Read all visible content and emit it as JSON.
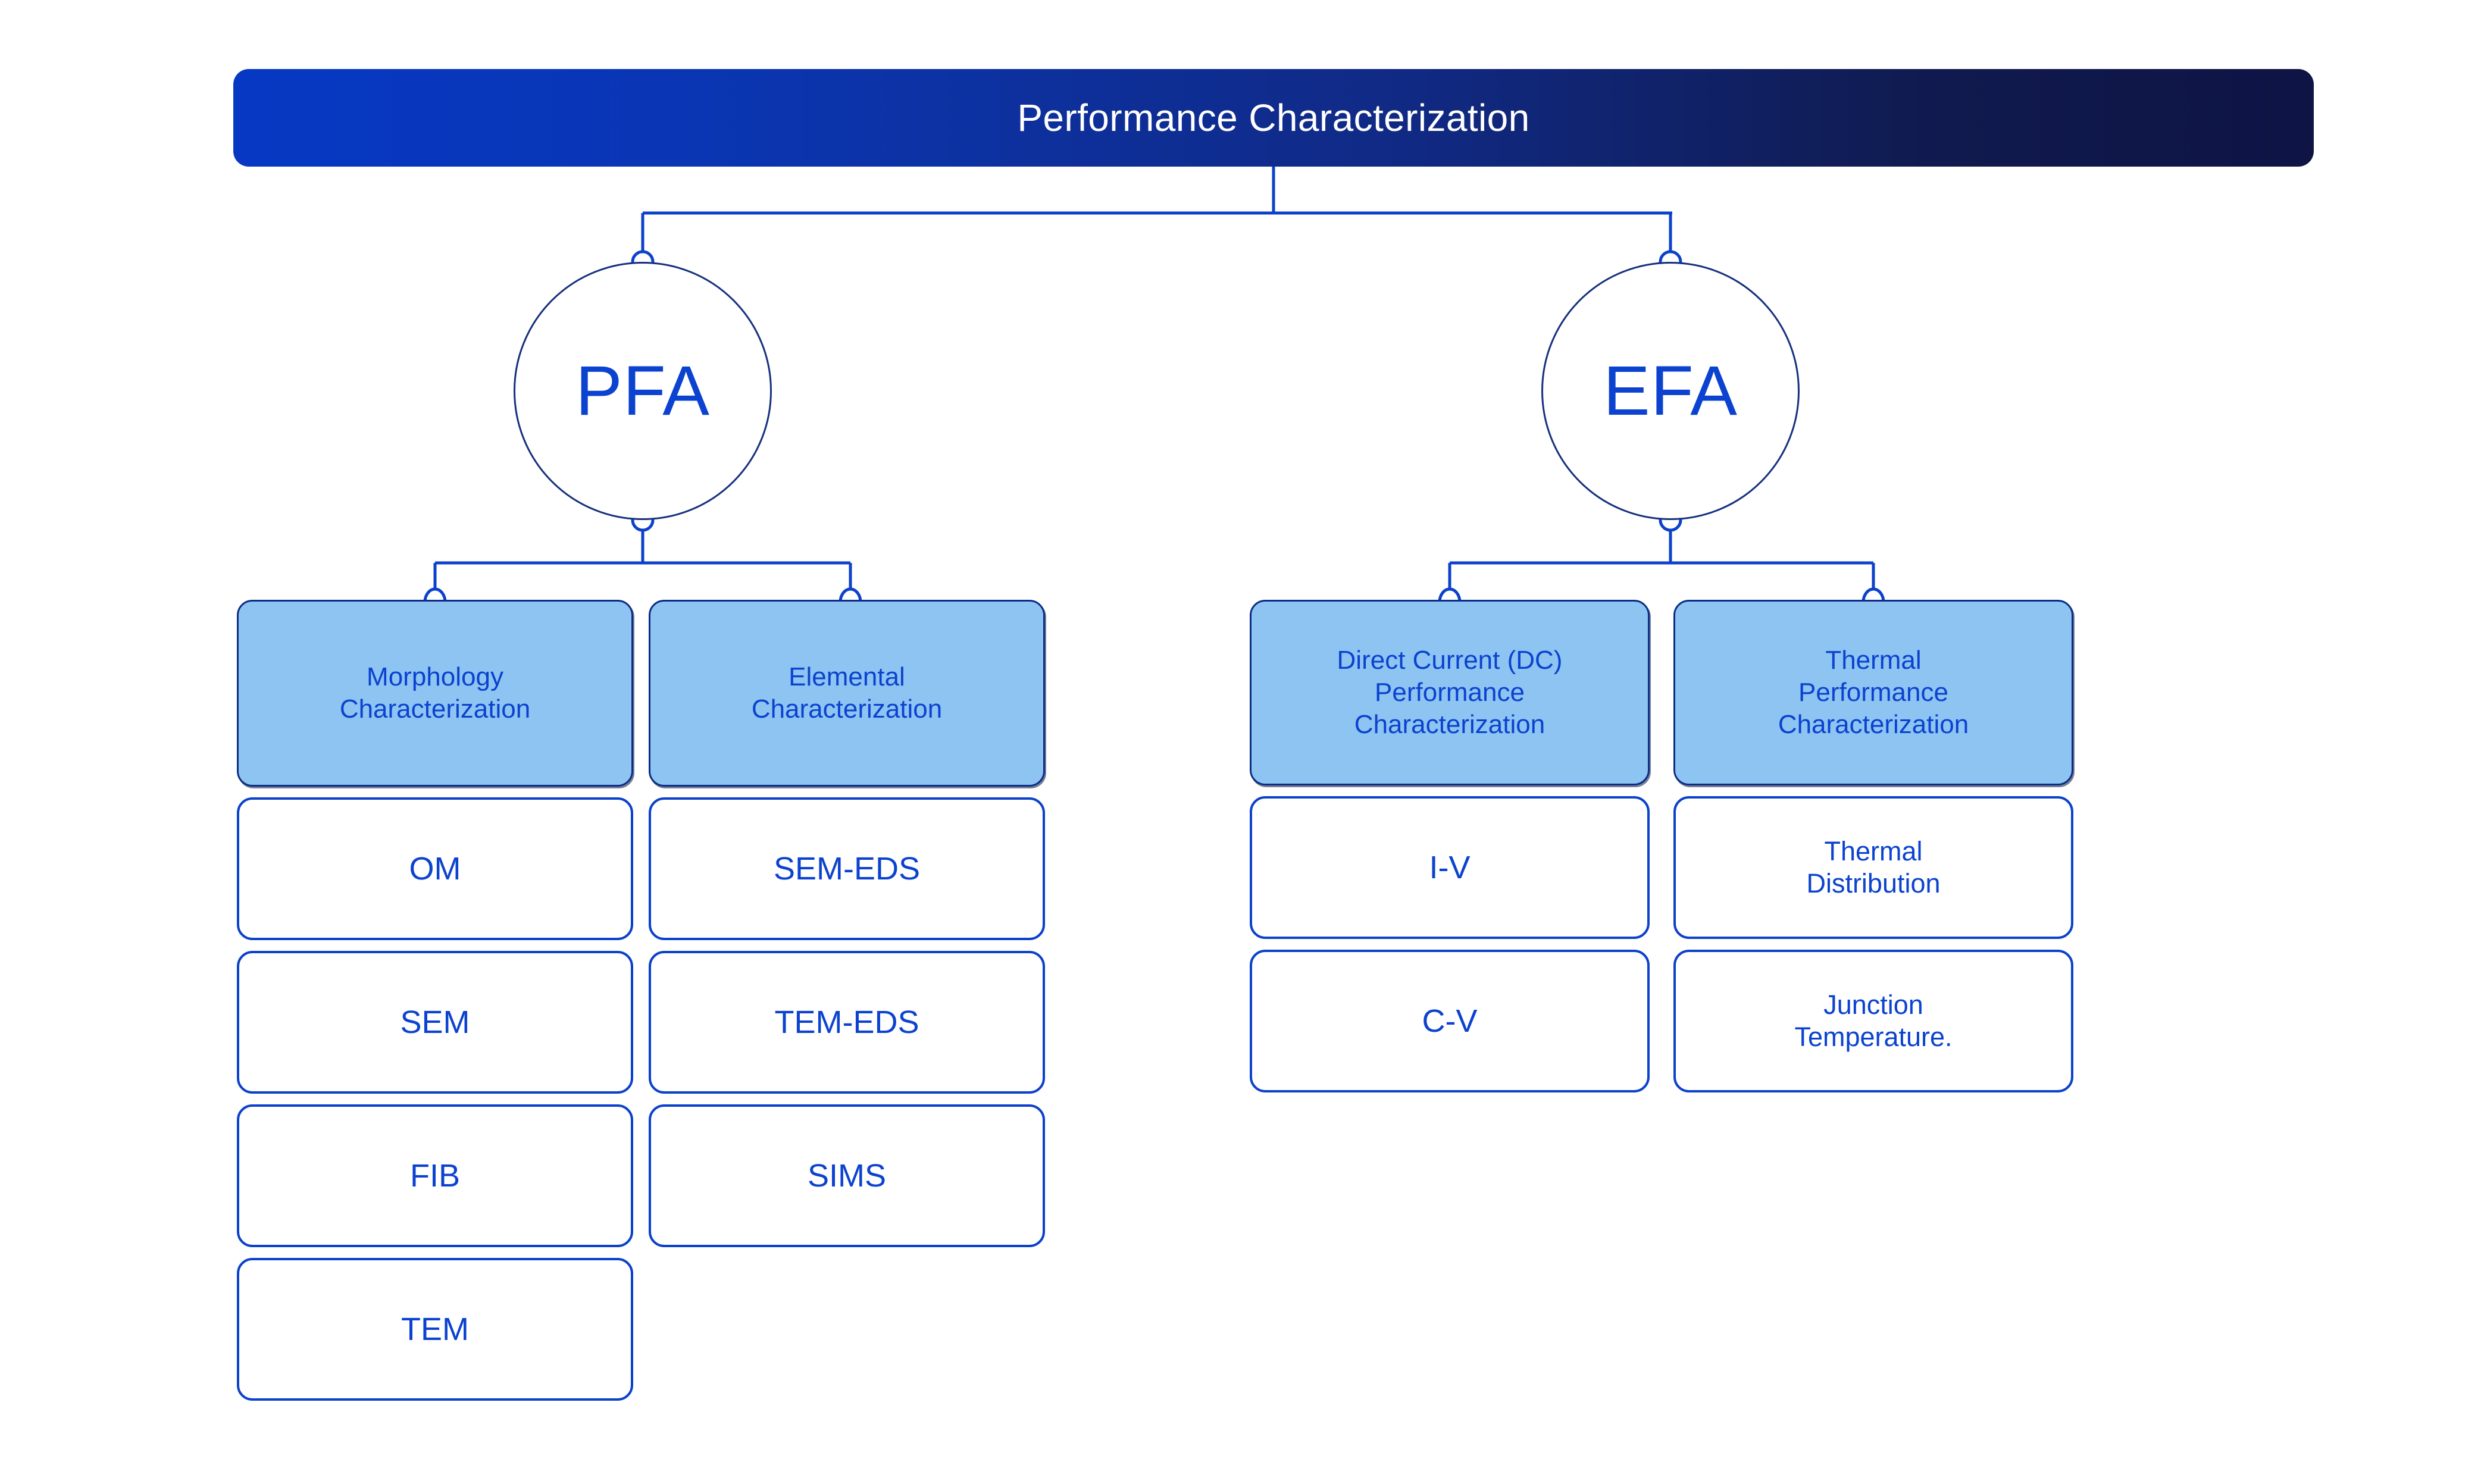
{
  "header": {
    "title": "Performance Characterization",
    "gradient_from": "#0638c4",
    "gradient_to": "#0e1444",
    "text_color": "#ffffff"
  },
  "palette": {
    "accent_blue": "#0b42cf",
    "head_fill": "#8ec4f2",
    "head_border": "#0b2d86",
    "leaf_border": "#0b41cb",
    "wire": "#0b41cb",
    "hub_border": "#16307e"
  },
  "branches": [
    {
      "hub_label": "PFA",
      "columns": [
        {
          "head": "Morphology\nCharacterization",
          "leaves": [
            "OM",
            "SEM",
            "FIB",
            "TEM"
          ]
        },
        {
          "head": "Elemental\nCharacterization",
          "leaves": [
            "SEM-EDS",
            "TEM-EDS",
            "SIMS"
          ]
        }
      ]
    },
    {
      "hub_label": "EFA",
      "columns": [
        {
          "head": "Direct Current (DC)\nPerformance\nCharacterization",
          "leaves": [
            "I-V",
            "C-V"
          ]
        },
        {
          "head": "Thermal\nPerformance\nCharacterization",
          "leaves": [
            "Thermal\nDistribution",
            "Junction\nTemperature."
          ]
        }
      ]
    }
  ]
}
